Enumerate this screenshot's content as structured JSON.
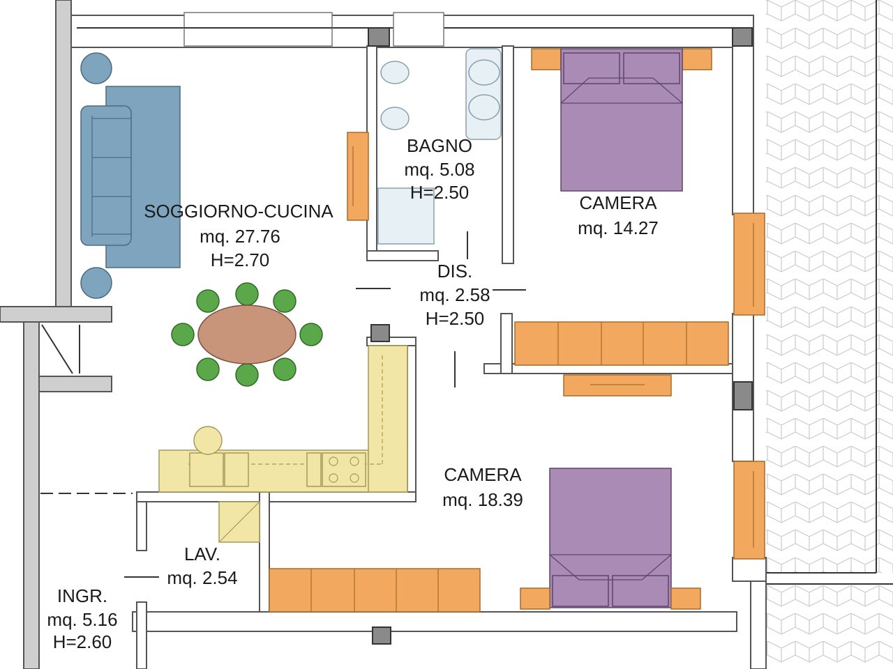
{
  "rooms": {
    "living": {
      "name": "SOGGIORNO-CUCINA",
      "area": "mq. 27.76",
      "height": "H=2.70"
    },
    "bath": {
      "name": "BAGNO",
      "area": "mq. 5.08",
      "height": "H=2.50"
    },
    "bedroom_top": {
      "name": "CAMERA",
      "area": "mq. 14.27"
    },
    "hall": {
      "name": "DIS.",
      "area": "mq. 2.58",
      "height": "H=2.50"
    },
    "bedroom_bottom": {
      "name": "CAMERA",
      "area": "mq. 18.39"
    },
    "laundry": {
      "name": "LAV.",
      "area": "mq. 2.54"
    },
    "entry": {
      "name": "INGR.",
      "area": "mq. 5.16",
      "height": "H=2.60"
    }
  },
  "colors": {
    "furniture_wood": "#f2a85e",
    "bed": "#a98bb5",
    "sofa": "#7fa4bd",
    "chairs": "#5aa84a",
    "table": "#c9957a",
    "kitchen_counter": "#f2e6a6"
  }
}
